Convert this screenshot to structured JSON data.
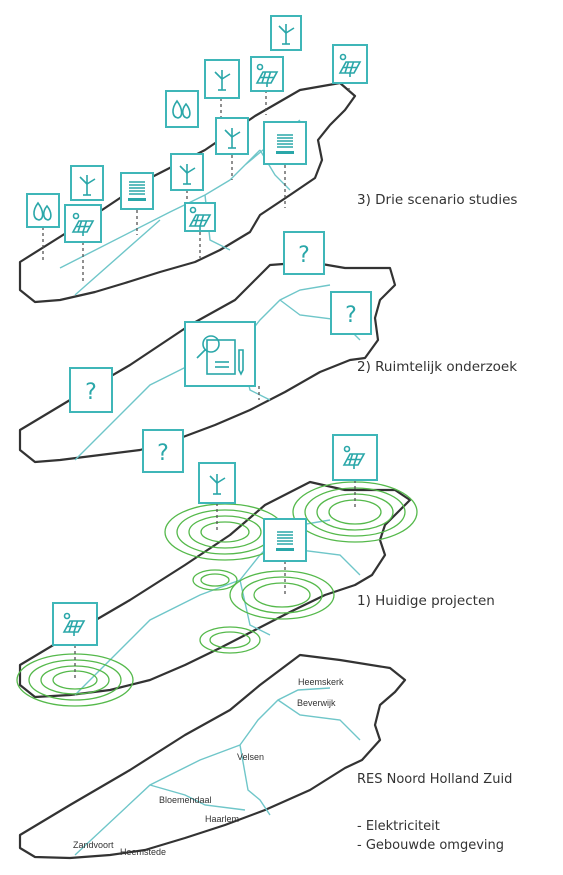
{
  "layers": [
    {
      "label": "3) Drie scenario studies"
    },
    {
      "label": "2) Ruimtelijk onderzoek"
    },
    {
      "label": "1) Huidige projecten"
    }
  ],
  "base": {
    "title": "RES Noord Holland Zuid",
    "items": [
      "- Elektriciteit",
      "- Gebouwde omgeving"
    ],
    "places": [
      "Heemskerk",
      "Beverwijk",
      "Velsen",
      "Bloemendaal",
      "Haarlem",
      "Zandvoort",
      "Heemstede"
    ]
  },
  "icons": {
    "layer3": [
      "wind-turbine",
      "wind-turbine",
      "solar-panel",
      "solar-panel",
      "biomass",
      "wind-turbine",
      "heat-storage",
      "wind-turbine",
      "solar-panel",
      "biomass",
      "wind-turbine",
      "heat-storage"
    ],
    "layer2": [
      "question-mark",
      "question-mark",
      "research-document",
      "question-mark",
      "question-mark"
    ],
    "layer1": [
      "wind-turbine",
      "solar-panel",
      "heat-storage",
      "solar-panel"
    ]
  },
  "question_mark": "?",
  "colors": {
    "accent": "#2aa7a9",
    "box": "#3fb6b8",
    "outline": "#333333",
    "border": "#6fc6c9",
    "rings": "#55b94b"
  }
}
